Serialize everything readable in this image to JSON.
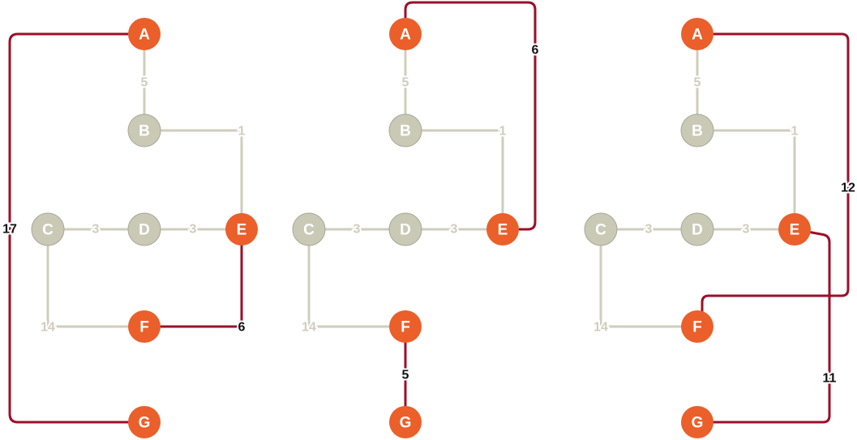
{
  "colors": {
    "active_node": "#ea5f2a",
    "inactive_node": "#cac9b6",
    "inactive_node_stroke": "#a9a898",
    "active_edge": "#9b0f2a",
    "inactive_edge": "#cfcdbd",
    "active_label": "#111111",
    "inactive_label": "#cfcdbd",
    "background": "#ffffff"
  },
  "panels": [
    {
      "nodes": [
        {
          "id": "A",
          "label": "A",
          "active": true
        },
        {
          "id": "B",
          "label": "B",
          "active": false
        },
        {
          "id": "C",
          "label": "C",
          "active": false
        },
        {
          "id": "D",
          "label": "D",
          "active": false
        },
        {
          "id": "E",
          "label": "E",
          "active": true
        },
        {
          "id": "F",
          "label": "F",
          "active": true
        },
        {
          "id": "G",
          "label": "G",
          "active": true
        }
      ],
      "edges": [
        {
          "from": "A",
          "to": "B",
          "weight": "5",
          "active": false
        },
        {
          "from": "B",
          "to": "E",
          "weight": "1",
          "active": false
        },
        {
          "from": "C",
          "to": "D",
          "weight": "3",
          "active": false
        },
        {
          "from": "D",
          "to": "E",
          "weight": "3",
          "active": false
        },
        {
          "from": "C",
          "to": "F",
          "weight": "14",
          "active": false
        },
        {
          "from": "E",
          "to": "F",
          "weight": "6",
          "active": true
        },
        {
          "from": "A",
          "to": "G",
          "weight": "17",
          "active": true
        }
      ]
    },
    {
      "nodes": [
        {
          "id": "A",
          "label": "A",
          "active": true
        },
        {
          "id": "B",
          "label": "B",
          "active": false
        },
        {
          "id": "C",
          "label": "C",
          "active": false
        },
        {
          "id": "D",
          "label": "D",
          "active": false
        },
        {
          "id": "E",
          "label": "E",
          "active": true
        },
        {
          "id": "F",
          "label": "F",
          "active": true
        },
        {
          "id": "G",
          "label": "G",
          "active": true
        }
      ],
      "edges": [
        {
          "from": "A",
          "to": "B",
          "weight": "5",
          "active": false
        },
        {
          "from": "B",
          "to": "E",
          "weight": "1",
          "active": false
        },
        {
          "from": "C",
          "to": "D",
          "weight": "3",
          "active": false
        },
        {
          "from": "D",
          "to": "E",
          "weight": "3",
          "active": false
        },
        {
          "from": "C",
          "to": "F",
          "weight": "14",
          "active": false
        },
        {
          "from": "A",
          "to": "E",
          "weight": "6",
          "active": true
        },
        {
          "from": "F",
          "to": "G",
          "weight": "5",
          "active": true
        }
      ]
    },
    {
      "nodes": [
        {
          "id": "A",
          "label": "A",
          "active": true
        },
        {
          "id": "B",
          "label": "B",
          "active": false
        },
        {
          "id": "C",
          "label": "C",
          "active": false
        },
        {
          "id": "D",
          "label": "D",
          "active": false
        },
        {
          "id": "E",
          "label": "E",
          "active": true
        },
        {
          "id": "F",
          "label": "F",
          "active": true
        },
        {
          "id": "G",
          "label": "G",
          "active": true
        }
      ],
      "edges": [
        {
          "from": "A",
          "to": "B",
          "weight": "5",
          "active": false
        },
        {
          "from": "B",
          "to": "E",
          "weight": "1",
          "active": false
        },
        {
          "from": "C",
          "to": "D",
          "weight": "3",
          "active": false
        },
        {
          "from": "D",
          "to": "E",
          "weight": "3",
          "active": false
        },
        {
          "from": "C",
          "to": "F",
          "weight": "14",
          "active": false
        },
        {
          "from": "A",
          "to": "F",
          "weight": "12",
          "active": true
        },
        {
          "from": "E",
          "to": "G",
          "weight": "11",
          "active": true
        }
      ]
    }
  ]
}
